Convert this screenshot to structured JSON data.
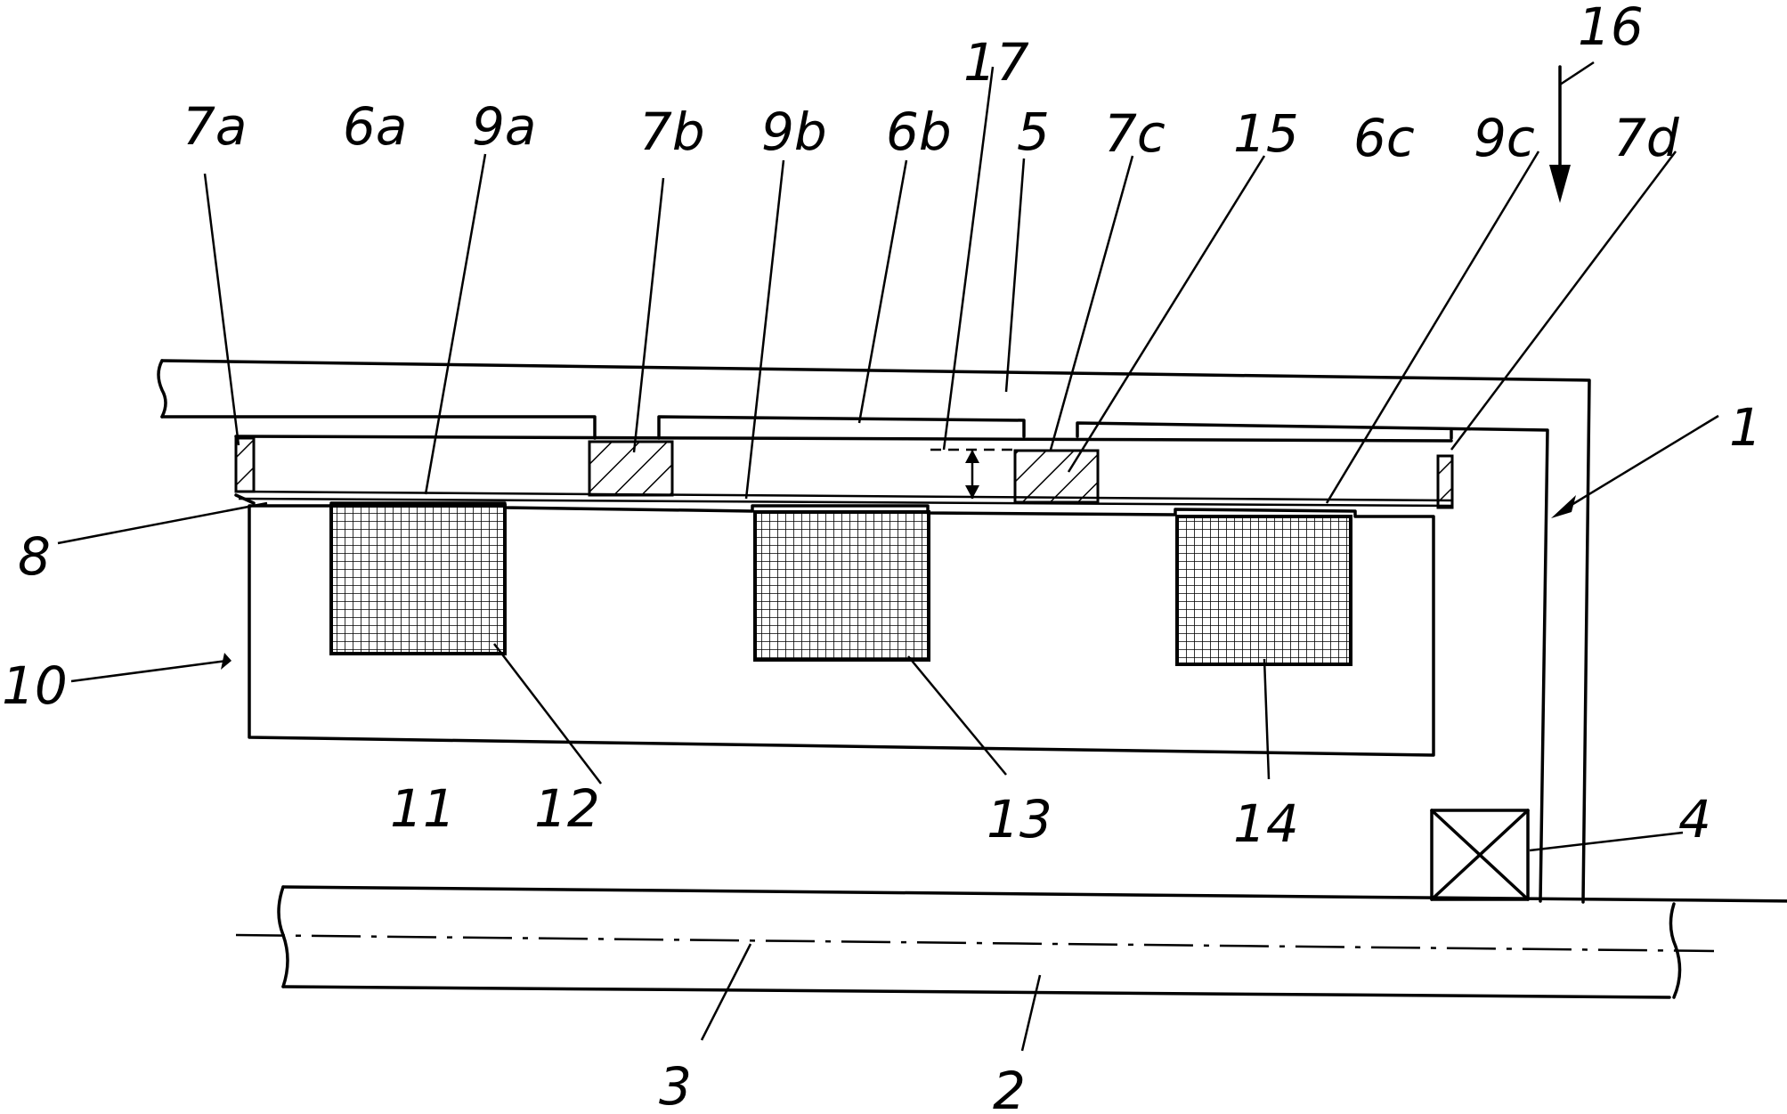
{
  "labels": {
    "l1": "1",
    "l2": "2",
    "l3": "3",
    "l4": "4",
    "l5": "5",
    "l6a": "6a",
    "l6b": "6b",
    "l6c": "6c",
    "l7a": "7a",
    "l7b": "7b",
    "l7c": "7c",
    "l7d": "7d",
    "l8": "8",
    "l9a": "9a",
    "l9b": "9b",
    "l9c": "9c",
    "l10": "10",
    "l11": "11",
    "l12": "12",
    "l13": "13",
    "l14": "14",
    "l15": "15",
    "l16": "16",
    "l17": "17"
  },
  "colors": {
    "ink": "#000000",
    "paper": "#ffffff"
  }
}
